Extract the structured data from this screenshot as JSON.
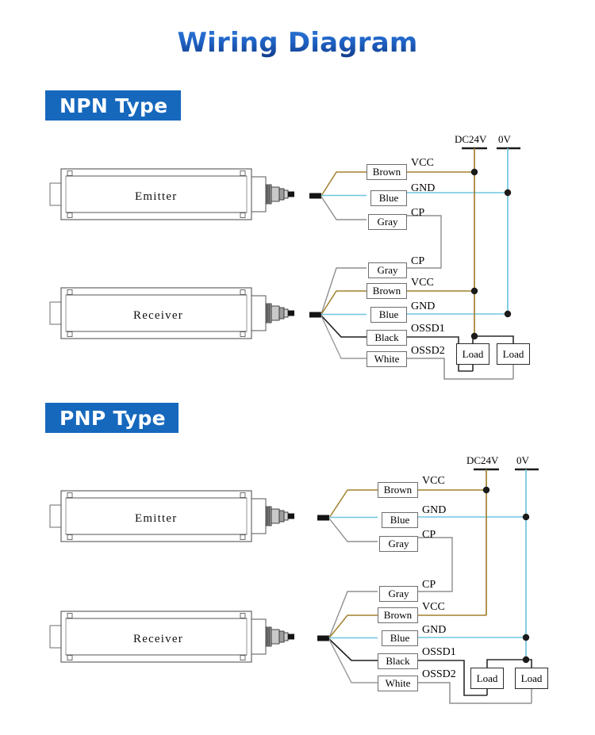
{
  "page": {
    "title": "Wiring Diagram",
    "background": "#ffffff",
    "title_color": "#1a4fae",
    "banner_color": "#1668bd"
  },
  "sections": [
    {
      "id": "npn",
      "banner_label": "NPN Type",
      "emitter_label": "Emitter",
      "receiver_label": "Receiver",
      "rails": {
        "supply": "DC24V",
        "ground": "0V"
      },
      "emitter_wires": [
        {
          "color_name": "Brown",
          "signal": "VCC"
        },
        {
          "color_name": "Blue",
          "signal": "GND"
        },
        {
          "color_name": "Gray",
          "signal": "CP"
        }
      ],
      "receiver_wires": [
        {
          "color_name": "Gray",
          "signal": "CP"
        },
        {
          "color_name": "Brown",
          "signal": "VCC"
        },
        {
          "color_name": "Blue",
          "signal": "GND"
        },
        {
          "color_name": "Black",
          "signal": "OSSD1"
        },
        {
          "color_name": "White",
          "signal": "OSSD2"
        }
      ],
      "loads": [
        "Load",
        "Load"
      ]
    },
    {
      "id": "pnp",
      "banner_label": "PNP Type",
      "emitter_label": "Emitter",
      "receiver_label": "Receiver",
      "rails": {
        "supply": "DC24V",
        "ground": "0V"
      },
      "emitter_wires": [
        {
          "color_name": "Brown",
          "signal": "VCC"
        },
        {
          "color_name": "Blue",
          "signal": "GND"
        },
        {
          "color_name": "Gray",
          "signal": "CP"
        }
      ],
      "receiver_wires": [
        {
          "color_name": "Gray",
          "signal": "CP"
        },
        {
          "color_name": "Brown",
          "signal": "VCC"
        },
        {
          "color_name": "Blue",
          "signal": "GND"
        },
        {
          "color_name": "Black",
          "signal": "OSSD1"
        },
        {
          "color_name": "White",
          "signal": "OSSD2"
        }
      ],
      "loads": [
        "Load",
        "Load"
      ]
    }
  ],
  "wire_colors": {
    "brown": "#a3812f",
    "blue": "#6ec6e0",
    "gray": "#8f8f8f",
    "black": "#1b1b1b",
    "white": "#9a9a9a",
    "outline": "#6e6e6e"
  }
}
